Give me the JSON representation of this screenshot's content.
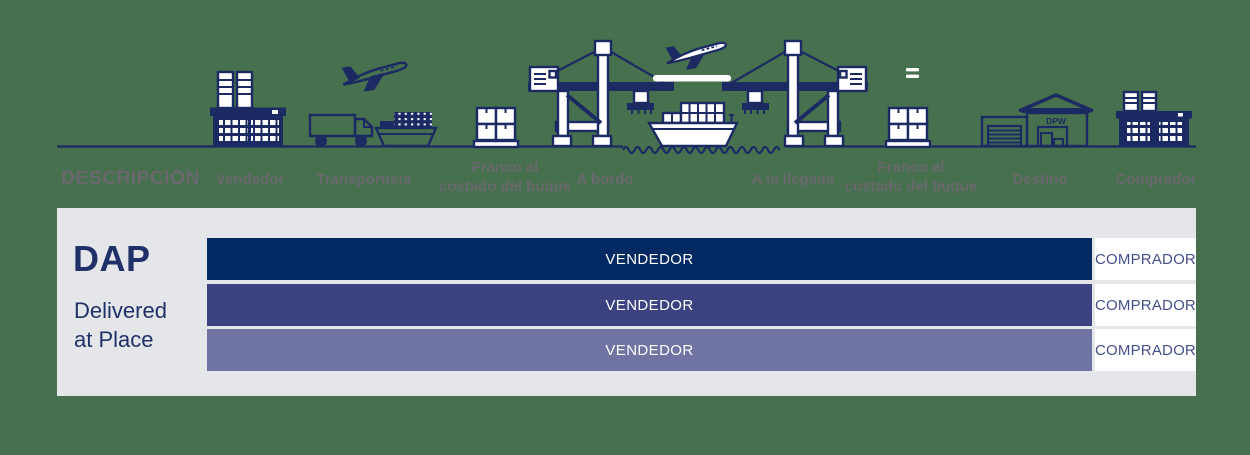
{
  "colors": {
    "background": "#47704E",
    "icon_navy": "#1B2A62",
    "panel_gray": "#E4E6E9",
    "bar_row1": "#032963",
    "bar_row2": "#3C4180",
    "bar_row3": "#6F74A3",
    "seller_text": "#FFFFFF",
    "buyer_text": "#44508C",
    "stage_label_gray": "#69696D",
    "incoterm_navy": "#203169"
  },
  "timeline": {
    "title": "DESCRIPCIÓN",
    "warehouse_sign": "DPW",
    "icons": [
      "factory",
      "airplane",
      "truck",
      "container-ship",
      "crates-pallet",
      "harbor-crane",
      "cargo-ship",
      "airplane",
      "harbor-crane",
      "equals-sign",
      "crates-pallet",
      "warehouse",
      "factory"
    ],
    "stages": [
      {
        "label": "Vendedor",
        "lines": [
          "Vendedor"
        ]
      },
      {
        "label": "Transportista",
        "lines": [
          "Transportista"
        ]
      },
      {
        "label": "Franco al costado del buque",
        "lines": [
          "Franco al",
          "costado del buque"
        ]
      },
      {
        "label": "A bordo",
        "lines": [
          "A bordo"
        ]
      },
      {
        "label": "A la llegada",
        "lines": [
          "A la llegada"
        ]
      },
      {
        "label": "Franco al costado del buque",
        "lines": [
          "Franco al",
          "costado del buque"
        ]
      },
      {
        "label": "Destino",
        "lines": [
          "Destino"
        ]
      },
      {
        "label": "Comprador",
        "lines": [
          "Comprador"
        ]
      }
    ]
  },
  "incoterm": {
    "code": "DAP",
    "name_line1": "Delivered",
    "name_line2": "at Place"
  },
  "table": {
    "rows": [
      {
        "seller": "VENDEDOR",
        "buyer": "COMPRADOR"
      },
      {
        "seller": "VENDEDOR",
        "buyer": "COMPRADOR"
      },
      {
        "seller": "VENDEDOR",
        "buyer": "COMPRADOR"
      }
    ]
  }
}
